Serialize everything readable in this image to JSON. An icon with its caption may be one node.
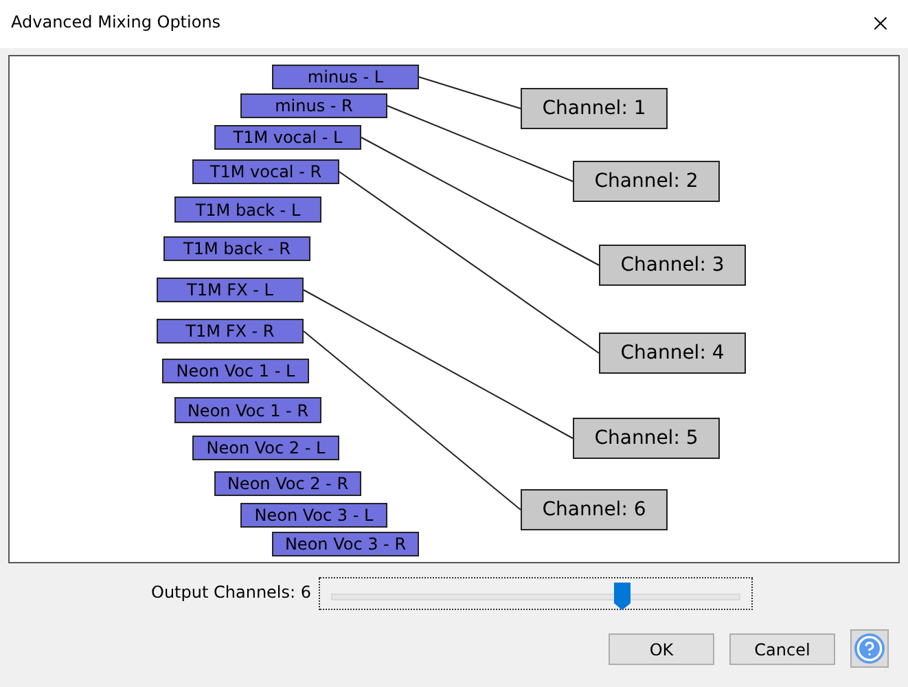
{
  "diagram": {
    "title": "Advanced Mixing Options",
    "nodes": [
      {
        "text": [
          "minus - L"
        ]
      },
      {
        "text": [
          "minus - R"
        ]
      },
      {
        "text": [
          "T1M vocal - L"
        ]
      },
      {
        "text": [
          "T1M vocal - R"
        ]
      },
      {
        "text": [
          "T1M back - L"
        ]
      },
      {
        "text": [
          "T1M back - R"
        ]
      },
      {
        "text": [
          "T1M FX - L"
        ]
      },
      {
        "text": [
          "T1M FX - R"
        ]
      },
      {
        "text": [
          "Neon Voc 1 - L"
        ]
      },
      {
        "text": [
          "Neon Voc 1 - R"
        ]
      },
      {
        "text": [
          "Neon Voc 2 - L"
        ]
      },
      {
        "text": [
          "Neon Voc 2 - R"
        ]
      },
      {
        "text": [
          "Neon Voc 3 - L"
        ]
      },
      {
        "text": [
          "Neon Voc 3 - R"
        ]
      },
      {
        "text": [
          "Channel:  1"
        ]
      },
      {
        "text": [
          "Channel:  2"
        ]
      },
      {
        "text": [
          "Channel:  3"
        ]
      },
      {
        "text": [
          "Channel:  4"
        ]
      },
      {
        "text": [
          "Channel:  5"
        ]
      },
      {
        "text": [
          "Channel:  6"
        ]
      }
    ],
    "edges": [
      {
        "from": 0,
        "to": 14,
        "arrow": "none"
      },
      {
        "from": 1,
        "to": 15,
        "arrow": "none"
      },
      {
        "from": 2,
        "to": 16,
        "arrow": "none"
      },
      {
        "from": 3,
        "to": 17,
        "arrow": "none"
      },
      {
        "from": 6,
        "to": 18,
        "arrow": "none"
      },
      {
        "from": 7,
        "to": 19,
        "arrow": "none"
      }
    ],
    "labels": [
      "Output Channels:  6",
      "OK",
      "Cancel"
    ]
  }
}
